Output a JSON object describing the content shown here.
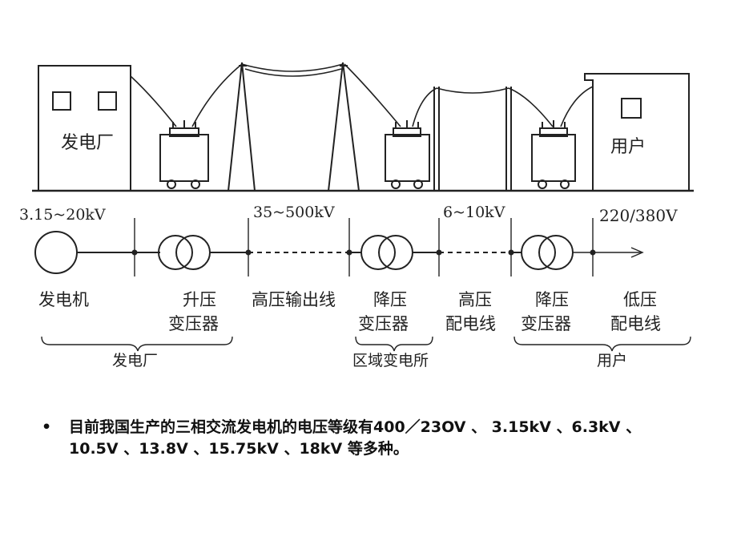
{
  "diagram": {
    "buildings": {
      "plant_label": "发电厂",
      "user_label": "用户"
    },
    "voltages": {
      "generator": "3.15~20kV",
      "transmission": "35~500kV",
      "distribution_hv": "6~10kV",
      "distribution_lv": "220/380V"
    },
    "components": {
      "generator": "发电机",
      "step_up_1": "升压",
      "step_up_2": "变压器",
      "hv_line": "高压输出线",
      "step_down_1_1": "降压",
      "step_down_1_2": "变压器",
      "hv_dist_1": "高压",
      "hv_dist_2": "配电线",
      "step_down_2_1": "降压",
      "step_down_2_2": "变压器",
      "lv_dist_1": "低压",
      "lv_dist_2": "配电线"
    },
    "groups": {
      "power_plant": "发电厂",
      "substation": "区域变电所",
      "consumer": "用户"
    }
  },
  "bullet": {
    "marker": "•",
    "text": "目前我国生产的三相交流发电机的电压等级有400／23OV 、 3.15kV 、6.3kV 、10.5V 、13.8V 、15.75kV 、18kV 等多种。"
  }
}
